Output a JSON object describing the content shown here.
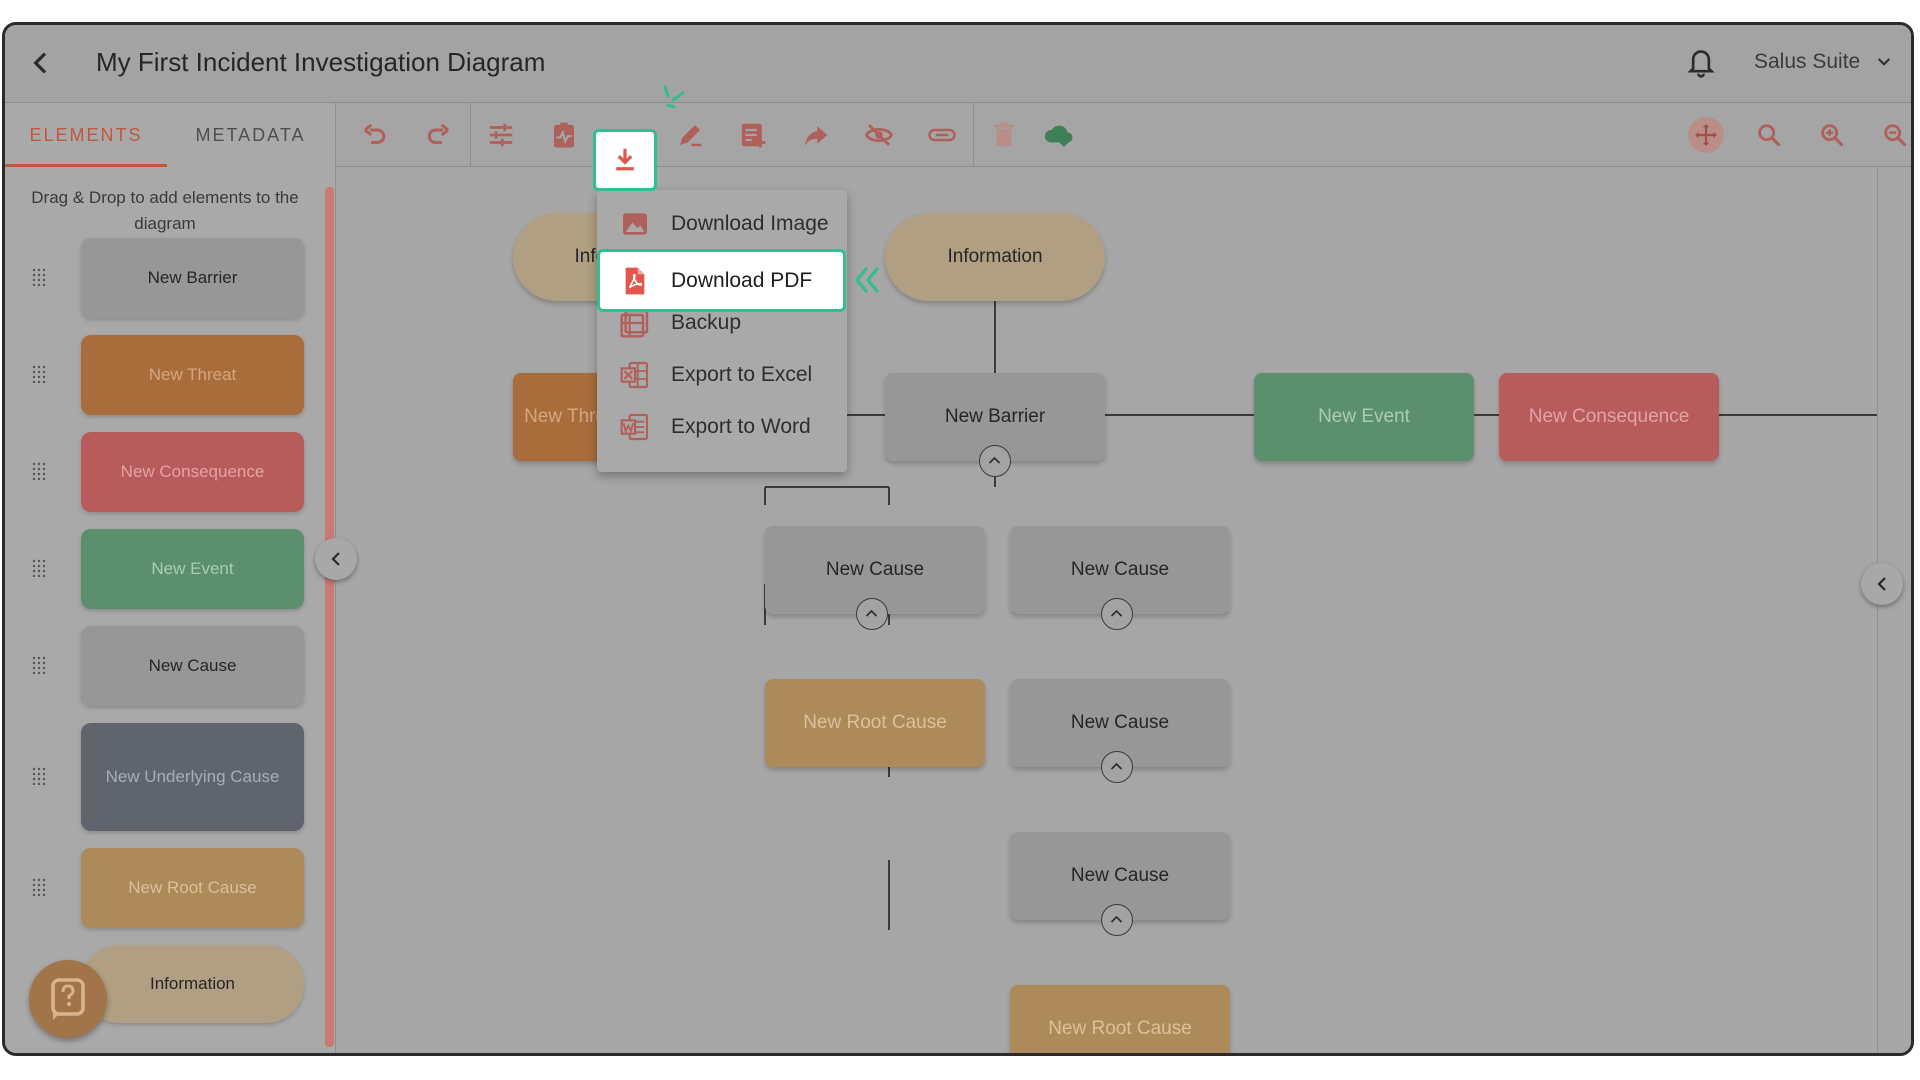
{
  "header": {
    "title": "My First Incident Investigation Diagram",
    "user": "Salus Suite"
  },
  "sidebar": {
    "tabs": [
      "ELEMENTS",
      "METADATA"
    ],
    "hint": "Drag & Drop to add elements to the diagram",
    "elements": [
      "New Barrier",
      "New Threat",
      "New Consequence",
      "New Event",
      "New Cause",
      "New Underlying Cause",
      "New Root Cause",
      "Information"
    ]
  },
  "toolbar": {
    "icons": [
      "undo-icon",
      "redo-icon",
      "settings-sliders-icon",
      "clipboard-pulse-icon",
      "download-icon",
      "edit-pen-icon",
      "add-note-icon",
      "share-arrow-icon",
      "hide-eye-icon",
      "attachment-icon",
      "delete-icon",
      "cloud-sync-icon",
      "move-icon",
      "search-icon",
      "zoom-in-icon",
      "zoom-out-icon"
    ]
  },
  "download_menu": {
    "items": [
      "Download Image",
      "Download PDF",
      "Backup",
      "Export to Excel",
      "Export to Word"
    ],
    "selected": "Download PDF"
  },
  "diagram": {
    "nodes": {
      "info_left": "Information",
      "info_top": "Information",
      "threat_left": "New Threat",
      "barrier": "New Barrier",
      "event": "New Event",
      "consequence": "New Consequence",
      "cause_a": "New Cause",
      "cause_b": "New Cause",
      "root_a": "New Root Cause",
      "cause_c": "New Cause",
      "cause_d": "New Cause",
      "root_b": "New Root Cause"
    }
  },
  "colors": {
    "accent_highlight": "#2fbf90",
    "tab_active": "#c2573e"
  }
}
